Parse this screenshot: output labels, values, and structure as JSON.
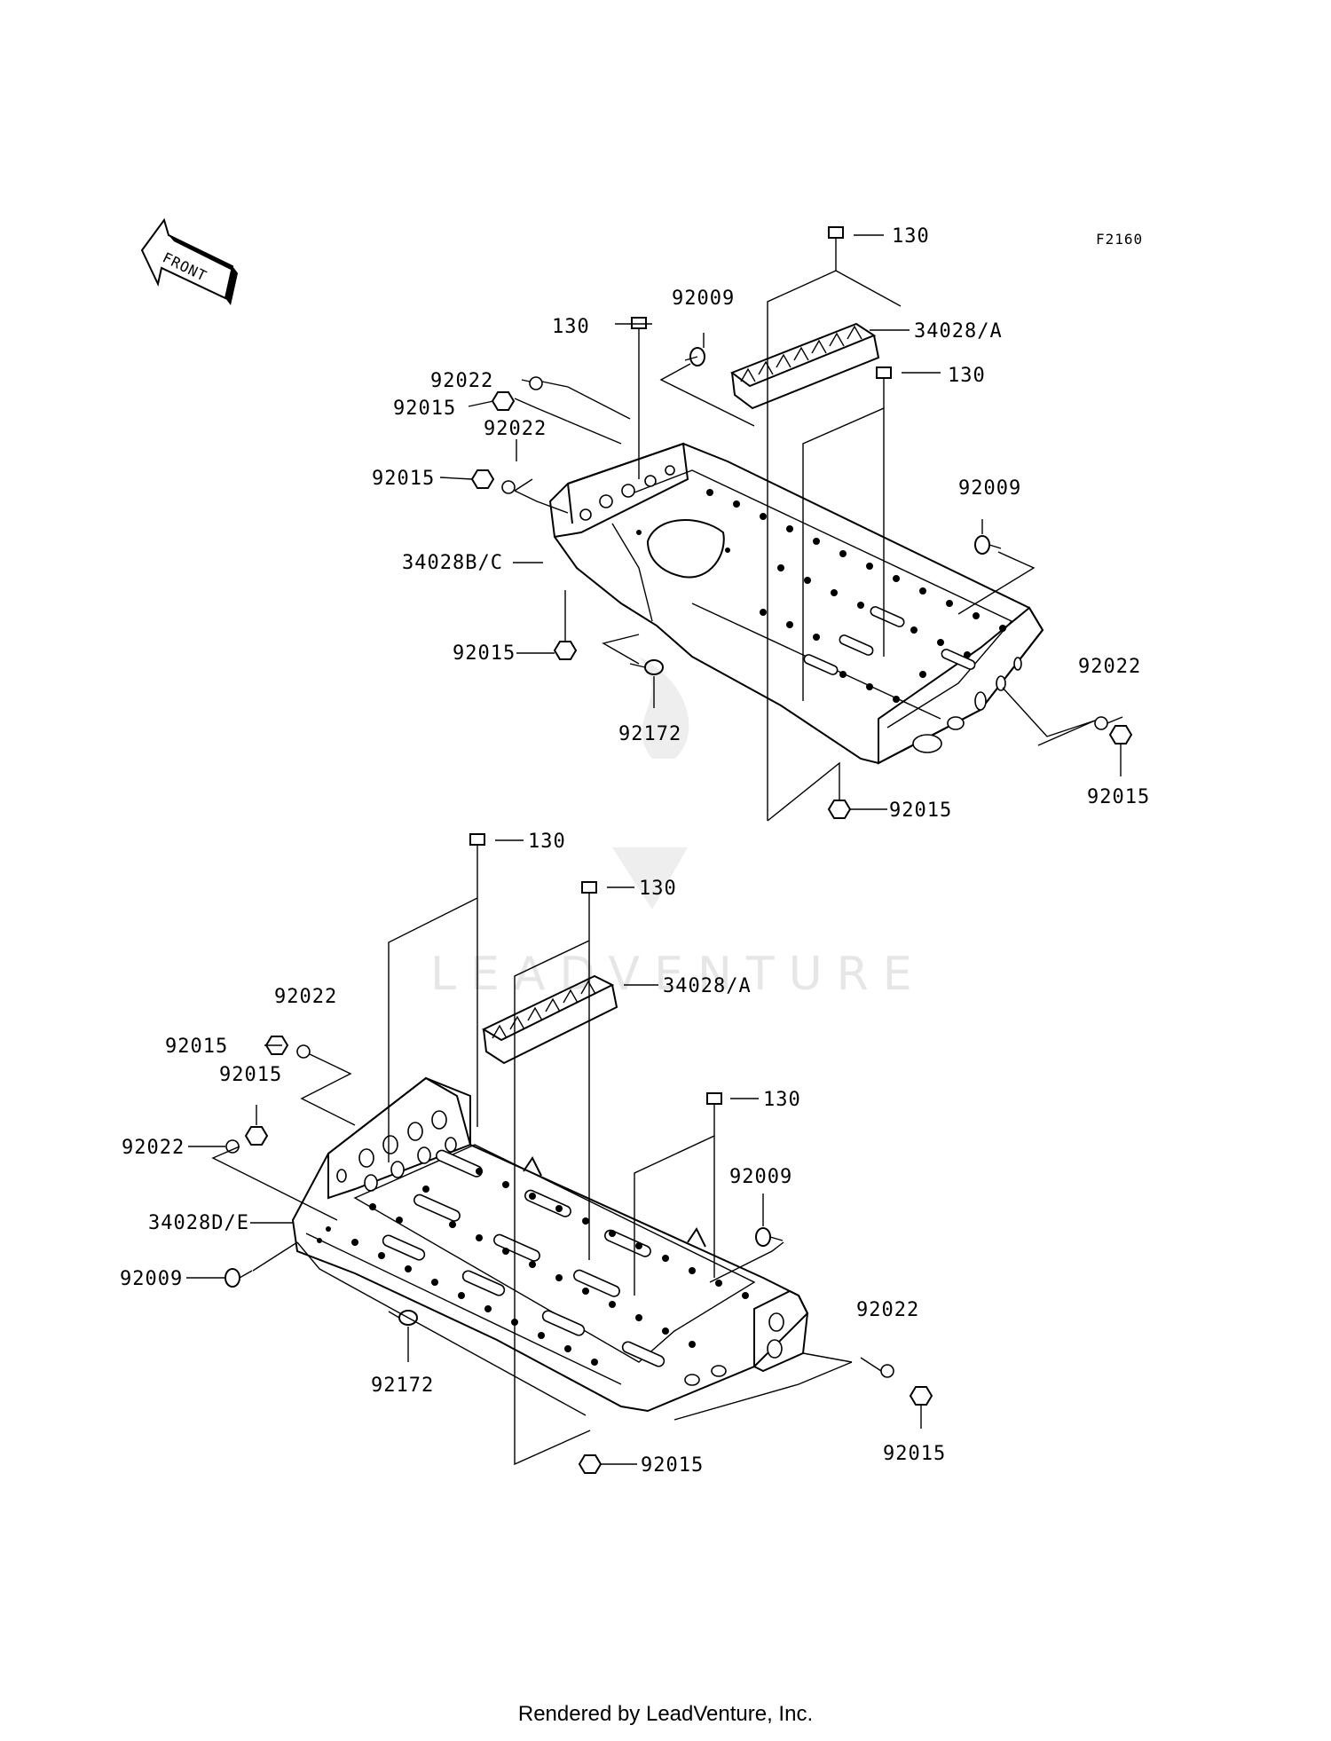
{
  "diagram": {
    "figure_code": "F2160",
    "front_label": "FRONT",
    "watermark": "LEADVENTURE",
    "footer": "Rendered by LeadVenture, Inc.",
    "labels": {
      "c130": "130",
      "c92009": "92009",
      "c34028a": "34028/A",
      "c92022": "92022",
      "c92015": "92015",
      "c34028bc": "34028B/C",
      "c92172": "92172",
      "c34028de": "34028D/E"
    }
  }
}
